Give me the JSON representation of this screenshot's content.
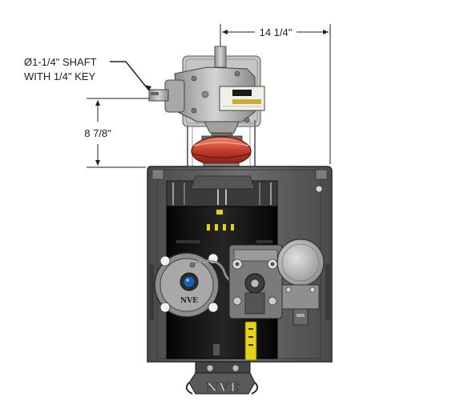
{
  "dimensions": {
    "width_label": "14 1/4\"",
    "height_label": "8 7/8\""
  },
  "callout": {
    "line1": "Ø1-1/4\" SHAFT",
    "line2": "WITH 1/4\" KEY"
  },
  "branding": {
    "motor_badge": "NVE",
    "base_logo": "NVE"
  },
  "colors": {
    "housing": "#5c5c5c",
    "motor": "#111111",
    "coupling": "#c0392b",
    "accent_yellow": "#e6d21a",
    "port_blue": "#1e5fb4",
    "gearbox": "#b9b9b9"
  }
}
